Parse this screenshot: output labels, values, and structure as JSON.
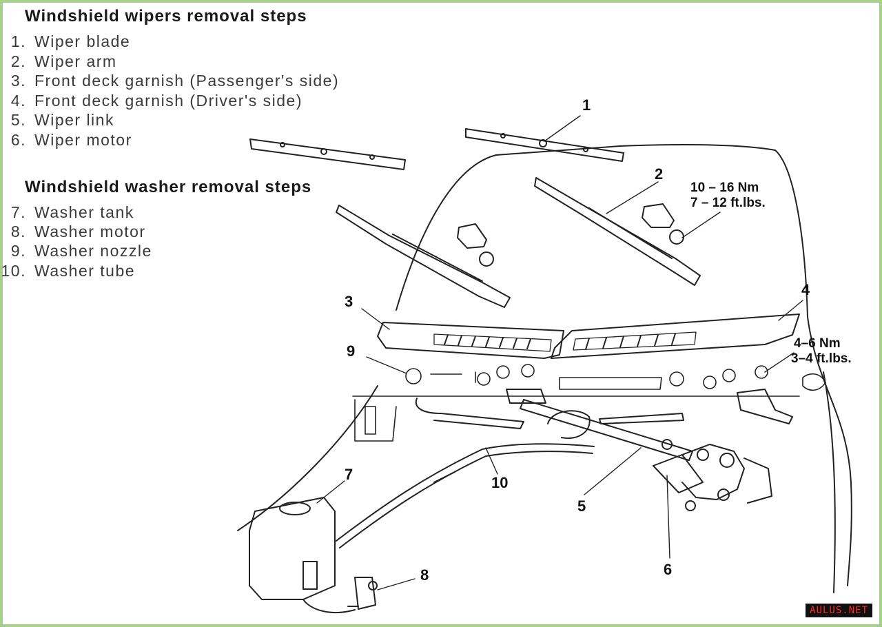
{
  "wipers": {
    "heading": "Windshield wipers removal steps",
    "items": [
      {
        "num": "1.",
        "label": "Wiper blade"
      },
      {
        "num": "2.",
        "label": "Wiper arm"
      },
      {
        "num": "3.",
        "label": "Front deck garnish (Passenger's side)"
      },
      {
        "num": "4.",
        "label": "Front deck garnish (Driver's side)"
      },
      {
        "num": "5.",
        "label": "Wiper link"
      },
      {
        "num": "6.",
        "label": "Wiper motor"
      }
    ]
  },
  "washer": {
    "heading": "Windshield washer removal steps",
    "items": [
      {
        "num": "7.",
        "label": "Washer tank"
      },
      {
        "num": "8.",
        "label": "Washer motor"
      },
      {
        "num": "9.",
        "label": "Washer nozzle"
      },
      {
        "num": "10.",
        "label": "Washer tube"
      }
    ]
  },
  "callouts": [
    "1",
    "2",
    "3",
    "4",
    "5",
    "6",
    "7",
    "8",
    "9",
    "10"
  ],
  "torque_arm": {
    "metric": "10 – 16 Nm",
    "imperial": "7 – 12 ft.lbs."
  },
  "torque_pivot": {
    "metric": "4–6 Nm",
    "imperial": "3–4 ft.lbs."
  },
  "watermark": "AULUS.NET",
  "colors": {
    "frame": "#a8d08d",
    "ink": "#222222",
    "watermark_text": "#ff2a2a"
  }
}
